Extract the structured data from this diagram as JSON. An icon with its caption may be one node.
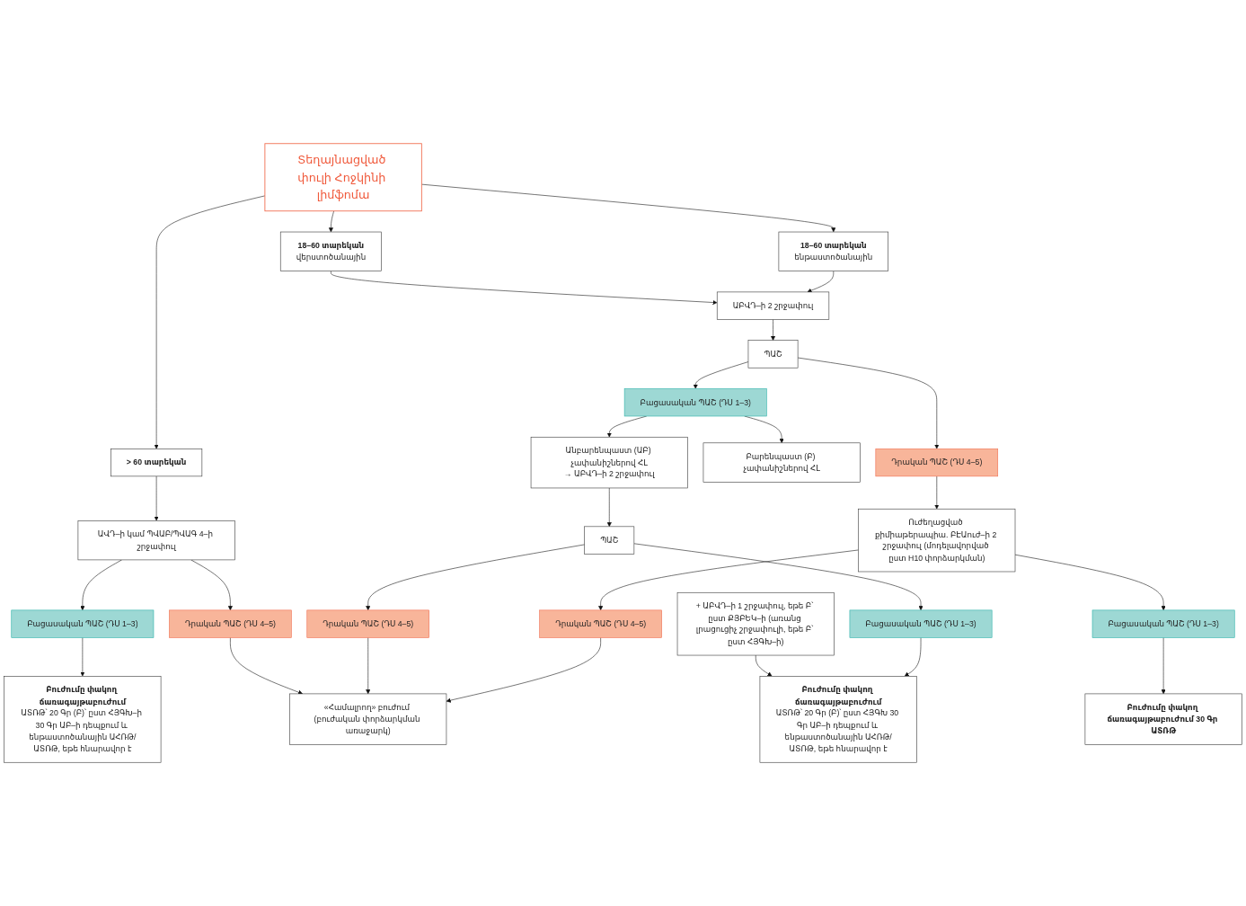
{
  "diagram": {
    "nodes": [
      {
        "text": [
          "Տեղայնացված փուլի Հոջկինի լիմֆոմա"
        ]
      },
      {
        "text": [
          "18–60 տարեկան",
          "վերստոծանային"
        ]
      },
      {
        "text": [
          "18–60 տարեկան",
          "ենթաստոծանային"
        ]
      },
      {
        "text": [
          "> 60 տարեկան"
        ]
      },
      {
        "text": [
          "ԱԲՎԴ–ի 2 շրջափուլ"
        ]
      },
      {
        "text": [
          "ԱՎԴ–ի կամ ՊՎԱԲ/ՊՎԱԳ 4–ի շրջափուլ"
        ]
      },
      {
        "text": [
          "ՊԱՇ"
        ]
      },
      {
        "text": [
          "Բացասական ՊԱՇ (ԴՍ 1–3)"
        ]
      },
      {
        "text": [
          "Դրական ՊԱՇ (ԴՍ 4–5)"
        ]
      },
      {
        "text": [
          "Բացասական ՊԱՇ (ԴՍ 1–3)"
        ]
      },
      {
        "text": [
          "Դրական ՊԱՇ (ԴՍ 4–5)"
        ]
      },
      {
        "text": [
          "Բարենպաստ (Բ) չափանիշներով ՀԼ"
        ]
      },
      {
        "text": [
          "Անբարենպաստ (ԱԲ) չափանիշներով ՀԼ",
          "→ ԱԲՎԴ–ի 2 շրջափուլ"
        ]
      },
      {
        "text": [
          "Ուժեղացված քիմիաթերապիա. ԲԷԱուժ–ի 2 շրջափուլ (մոդելավորված ըստ H10 փորձարկման)"
        ]
      },
      {
        "text": [
          "Բուժումը փակող ճառագայթաբուժում",
          "ԱՏՌԹ՝ 20 Գր (Բ)՝ ըստ ՀՅԳԽ–ի 30 Գր ԱԲ–ի դեպքում և ենթաստոծանային ԱՀՌԹ/ԱՏՌԹ, եթե հնարավոր է"
        ]
      },
      {
        "text": [
          "+ ԱԲՎԴ–ի 1 շրջափուլ, եթե Բ՝ ըստ ՔՅԲԵԿ–ի (առանց լրացուցիչ շրջափուլի, եթե Բ՝ ըստ ՀՅԳԽ–ի)"
        ]
      },
      {
        "text": [
          "ՊԱՇ"
        ]
      },
      {
        "text": [
          "Բացասական ՊԱՇ (ԴՍ 1–3)"
        ]
      },
      {
        "text": [
          "Դրական ՊԱՇ (ԴՍ 4–5)"
        ]
      },
      {
        "text": [
          "Բացասական ՊԱՇ (ԴՍ 1–3)"
        ]
      },
      {
        "text": [
          "Դրական ՊԱՇ (ԴՍ 4–5)"
        ]
      },
      {
        "text": [
          "Բուժումը փակող ճառագայթաբուժում 30 Գր ԱՏՌԹ"
        ]
      },
      {
        "text": [
          "Բուժումը փակող ճառագայթաբուժում",
          "ԱՏՌԹ՝ 20 Գր (Բ)՝ ըստ ՀՅԳԽ 30 Գր ԱԲ–ի դեպքում և ենթաստոծանային ԱՀՌԹ/ԱՏՌԹ, եթե հնարավոր է"
        ]
      },
      {
        "text": [
          "«Համալրող» բուժում (բուժական փորձարկման առաջարկ)"
        ]
      }
    ],
    "edges": [
      {
        "from": 0,
        "to": 1,
        "arrow": "to"
      },
      {
        "from": 0,
        "to": 2,
        "arrow": "to"
      },
      {
        "from": 0,
        "to": 3,
        "arrow": "to"
      },
      {
        "from": 1,
        "to": 4,
        "arrow": "to"
      },
      {
        "from": 2,
        "to": 4,
        "arrow": "to"
      },
      {
        "from": 3,
        "to": 5,
        "arrow": "to"
      },
      {
        "from": 4,
        "to": 6,
        "arrow": "to"
      },
      {
        "from": 6,
        "to": 7,
        "arrow": "to"
      },
      {
        "from": 6,
        "to": 8,
        "arrow": "to"
      },
      {
        "from": 5,
        "to": 9,
        "arrow": "to"
      },
      {
        "from": 5,
        "to": 10,
        "arrow": "to"
      },
      {
        "from": 7,
        "to": 11,
        "arrow": "to"
      },
      {
        "from": 7,
        "to": 12,
        "arrow": "to"
      },
      {
        "from": 8,
        "to": 13,
        "arrow": "to"
      },
      {
        "from": 9,
        "to": 14,
        "arrow": "to"
      },
      {
        "from": 10,
        "to": 23,
        "arrow": "to"
      },
      {
        "from": 12,
        "to": 16,
        "arrow": "to"
      },
      {
        "from": 13,
        "to": 19,
        "arrow": "to"
      },
      {
        "from": 13,
        "to": 20,
        "arrow": "to"
      },
      {
        "from": 15,
        "to": 22,
        "arrow": "to"
      },
      {
        "from": 16,
        "to": 17,
        "arrow": "to"
      },
      {
        "from": 16,
        "to": 18,
        "arrow": "to"
      },
      {
        "from": 17,
        "to": 22,
        "arrow": "to"
      },
      {
        "from": 18,
        "to": 23,
        "arrow": "to"
      },
      {
        "from": 19,
        "to": 21,
        "arrow": "to"
      },
      {
        "from": 20,
        "to": 23,
        "arrow": "to"
      }
    ]
  }
}
